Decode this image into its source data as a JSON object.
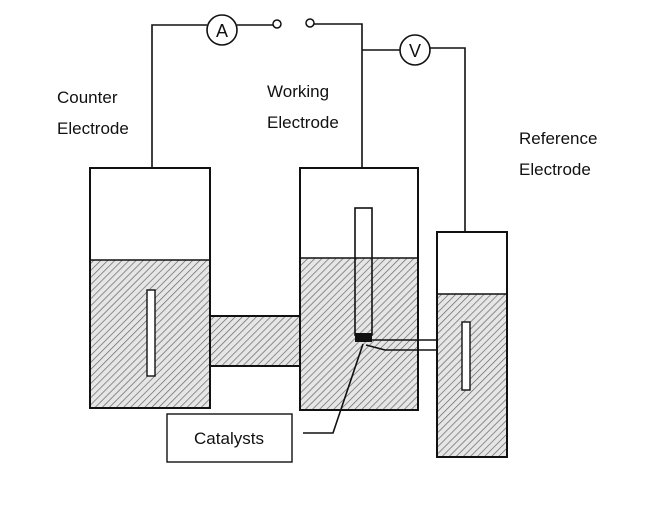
{
  "labels": {
    "counter": [
      "Counter",
      "Electrode"
    ],
    "working": [
      "Working",
      "Electrode"
    ],
    "reference": [
      "Reference",
      "Electrode"
    ],
    "catalysts": "Catalysts"
  },
  "meters": {
    "ammeter": "A",
    "voltmeter": "V"
  }
}
